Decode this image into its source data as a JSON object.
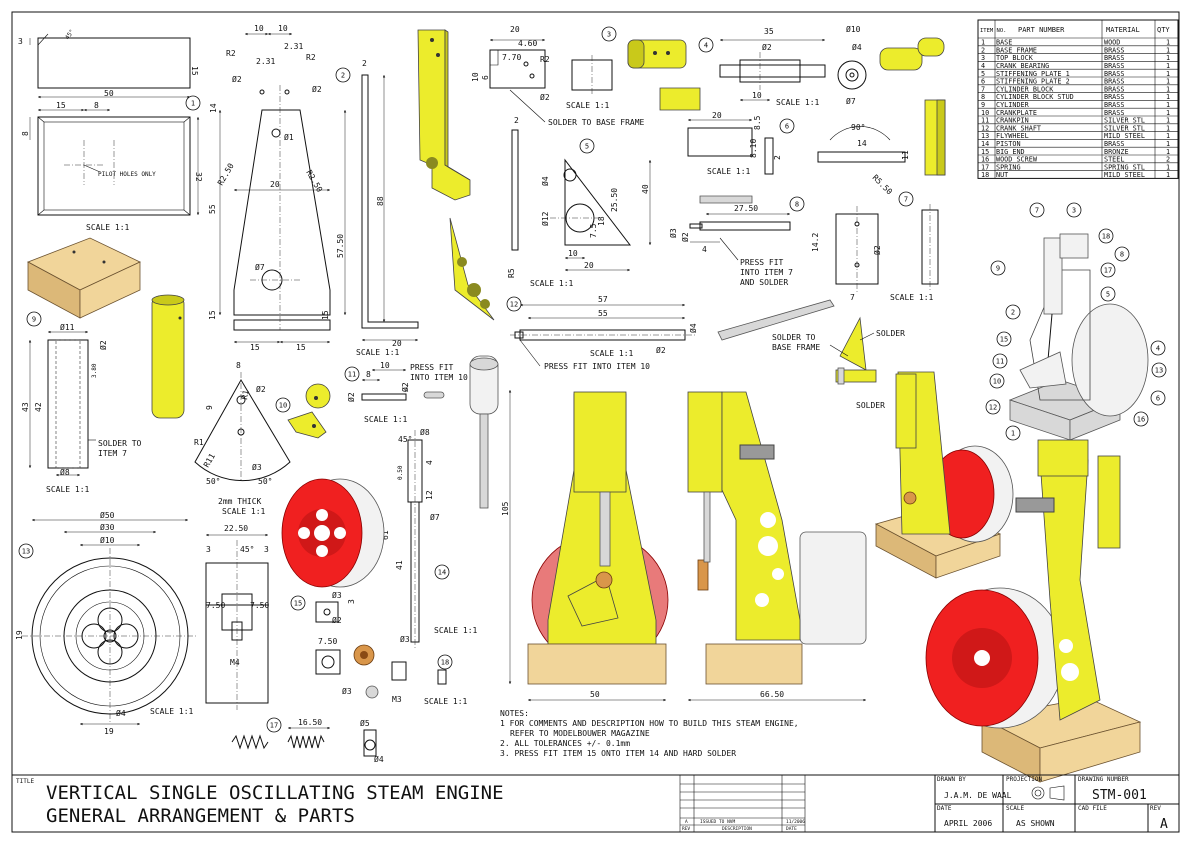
{
  "title_block": {
    "title_label": "TITLE",
    "title_line1": "VERTICAL SINGLE OSCILLATING STEAM ENGINE",
    "title_line2": "GENERAL ARRANGEMENT & PARTS",
    "drawn_by_label": "DRAWN BY",
    "drawn_by": "J.A.M. DE WAAL",
    "projection_label": "PROJECTION",
    "drawing_number_label": "DRAWING NUMBER",
    "drawing_number": "STM-001",
    "date_label": "DATE",
    "date": "APRIL 2006",
    "scale_label": "SCALE",
    "scale": "AS SHOWN",
    "cad_file_label": "CAD FILE",
    "rev_label": "REV",
    "rev": "A",
    "revision_row": {
      "rev": "A",
      "description": "ISSUED TO NVM",
      "date": "11/2006"
    },
    "revision_headers": {
      "rev": "REV",
      "description": "DESCRIPTION",
      "date": "DATE"
    }
  },
  "parts_list": {
    "headers": {
      "item": "ITEM NO.",
      "part": "PART NUMBER",
      "material": "MATERIAL",
      "qty": "QTY"
    },
    "rows": [
      {
        "item": "1",
        "part": "BASE",
        "material": "WOOD",
        "qty": "1"
      },
      {
        "item": "2",
        "part": "BASE FRAME",
        "material": "BRASS",
        "qty": "1"
      },
      {
        "item": "3",
        "part": "TOP BLOCK",
        "material": "BRASS",
        "qty": "1"
      },
      {
        "item": "4",
        "part": "CRANK BEARING",
        "material": "BRASS",
        "qty": "1"
      },
      {
        "item": "5",
        "part": "STIFFENING PLATE 1",
        "material": "BRASS",
        "qty": "1"
      },
      {
        "item": "6",
        "part": "STIFFENING PLATE 2",
        "material": "BRASS",
        "qty": "1"
      },
      {
        "item": "7",
        "part": "CYLINDER BLOCK",
        "material": "BRASS",
        "qty": "1"
      },
      {
        "item": "8",
        "part": "CYLINDER BLOCK STUD",
        "material": "BRASS",
        "qty": "1"
      },
      {
        "item": "9",
        "part": "CYLINDER",
        "material": "BRASS",
        "qty": "1"
      },
      {
        "item": "10",
        "part": "CRANKPLATE",
        "material": "BRASS",
        "qty": "1"
      },
      {
        "item": "11",
        "part": "CRANKPIN",
        "material": "SILVER STL",
        "qty": "1"
      },
      {
        "item": "12",
        "part": "CRANK SHAFT",
        "material": "SILVER STL",
        "qty": "1"
      },
      {
        "item": "13",
        "part": "FLYWHEEL",
        "material": "MILD STEEL",
        "qty": "1"
      },
      {
        "item": "14",
        "part": "PISTON",
        "material": "BRASS",
        "qty": "1"
      },
      {
        "item": "15",
        "part": "BIG END",
        "material": "BRONZE",
        "qty": "1"
      },
      {
        "item": "16",
        "part": "WOOD SCREW",
        "material": "STEEL",
        "qty": "2"
      },
      {
        "item": "17",
        "part": "SPRING",
        "material": "SPRING STL",
        "qty": "1"
      },
      {
        "item": "18",
        "part": "NUT",
        "material": "MILD STEEL",
        "qty": "1"
      }
    ]
  },
  "notes": {
    "heading": "NOTES:",
    "line1": "1 FOR COMMENTS AND DESCRIPTION HOW TO BUILD THIS STEAM ENGINE,",
    "line1b": "REFER TO MODELBOUWER MAGAZINE",
    "line2": "2. ALL TOLERANCES +/- 0.1mm",
    "line3": "3. PRESS FIT ITEM 15 ONTO ITEM 14 AND HARD SOLDER"
  },
  "annotations": {
    "pilot_holes": "PILOT HOLES ONLY",
    "solder_to_base_frame": "SOLDER TO BASE FRAME",
    "solder_to_item7_a": "SOLDER TO",
    "solder_to_item7_b": "ITEM 7",
    "press_fit_item7_a": "PRESS FIT",
    "press_fit_item7_b": "INTO ITEM 7",
    "press_fit_item7_c": "AND SOLDER",
    "press_fit_item10": "PRESS FIT INTO ITEM 10",
    "press_fit_into10_a": "PRESS FIT",
    "press_fit_into10_b": "INTO ITEM 10",
    "solder_to_bf_a": "SOLDER TO",
    "solder_to_bf_b": "BASE FRAME",
    "solder": "SOLDER",
    "two_mm_thick": "2mm THICK",
    "scale_11": "SCALE 1:1"
  },
  "balloons": [
    "1",
    "2",
    "3",
    "4",
    "5",
    "6",
    "7",
    "8",
    "9",
    "10",
    "11",
    "12",
    "13",
    "14",
    "15",
    "16",
    "17",
    "18"
  ],
  "dimensions": {
    "d_45deg": "45°",
    "d_3": "3",
    "d_15": "15",
    "d_50": "50",
    "d_8": "8",
    "d_32": "32",
    "d_10": "10",
    "d_231": "2.31",
    "d_r2": "R2",
    "d_phi2": "Ø2",
    "d_14": "14",
    "d_phi1": "Ø1",
    "d_20": "20",
    "d_r250": "R2.50",
    "d_55": "55",
    "d_5750": "57.50",
    "d_phi7": "Ø7",
    "d_88": "88",
    "d_2": "2",
    "d_460": "4.60",
    "d_770": "7.70",
    "d_6": "6",
    "d_35": "35",
    "d_phi10": "Ø10",
    "d_phi4": "Ø4",
    "d_40": "40",
    "d_2550": "25.50",
    "d_18": "18",
    "d_75": "7.5",
    "d_phi12": "Ø12",
    "d_r5": "R5",
    "d_2750": "27.50",
    "d_phi3": "Ø3",
    "d_90deg": "90°",
    "d_r550": "R5.50",
    "d_142": "14.2",
    "d_7": "7",
    "d_57": "57",
    "d_55b": "55",
    "d_phi11": "Ø11",
    "d_43": "43",
    "d_42": "42",
    "d_phi8": "Ø8",
    "d_380": "3.80",
    "d_r1": "R1",
    "d_r11": "R11",
    "d_50deg": "50°",
    "d_9": "9",
    "d_2250": "22.50",
    "d_750": "7.50",
    "d_m4": "M4",
    "d_phi50": "Ø50",
    "d_phi30": "Ø30",
    "d_19": "19",
    "d_12": "12",
    "d_61": "61",
    "d_41": "41",
    "d_105": "105",
    "d_6650": "66.50",
    "d_1650": "16.50",
    "d_phi5": "Ø5",
    "d_m3": "M3",
    "d_4": "4",
    "d_050": "0.50",
    "d_810": "8.10",
    "d_85": "8.5",
    "d_11": "11",
    "d_25": "25"
  }
}
